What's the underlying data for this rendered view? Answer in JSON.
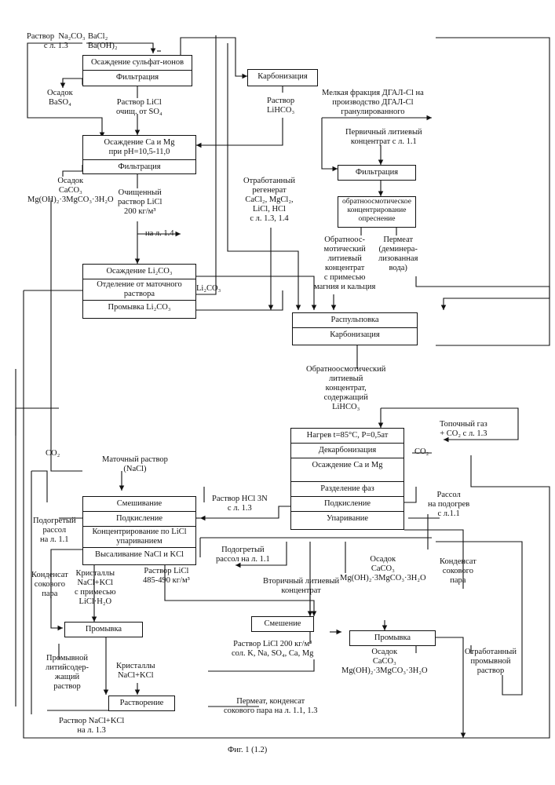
{
  "blocks": {
    "sulfate": [
      "Осаждение сульфат-ионов",
      "Фильтрация"
    ],
    "carb1": [
      "Карбонизация"
    ],
    "camg": [
      "Осаждение Ca и Mg\nпри pH=10,5-11,0",
      "Фильтрация"
    ],
    "filtr2": [
      "Фильтрация"
    ],
    "ro": [
      "обратноосмотическое\nконцентрирование\nопреснение"
    ],
    "li2co3": [
      "Осаждение Li₂CO₃",
      "Отделение от маточного\nраствора",
      "Промывка Li₂CO₃"
    ],
    "raspulp": [
      "Распульповка",
      "Карбонизация"
    ],
    "heat": [
      "Нагрев t=85°C, P=0,5ат",
      "Декарбонизация",
      "Осаждение Ca и Mg",
      "Разделение фаз",
      "Подкисление",
      "Упаривание"
    ],
    "mix": [
      "Смешивание",
      "Подкисление",
      "Концентрирование по LiCl\nупариванием",
      "Высаливание NaCl и KCl"
    ],
    "prom1": [
      "Промывка"
    ],
    "mix2": [
      "Смешение"
    ],
    "prom2": [
      "Промывка"
    ],
    "dissolve": [
      "Растворение"
    ]
  },
  "labels": {
    "na2co3": "Раствор  Na₂CO₃\nс л. 1.3",
    "bacl": "BaCl₂\nBa(OH)₂",
    "baso4": "Осадок\nBaSO₄",
    "licl_so4": "Раствор LiCl\nочищ. от SO₄",
    "lihco3": "Раствор\nLiHCO₃",
    "dgal": "Мелкая фракция ДГАЛ-Cl на\nпроизводство ДГАЛ-Cl\nгранулированного",
    "primary": "Первичный литиевый\nконцентрат с л. 1.1",
    "caco3_1": "Осадок\nCaCO₃\nMg(OH)₂·3MgCO₃·3H₂O",
    "purified": "Очищенный\nраствор LiCl\n200 кг/м³",
    "l14": "на л. 1.4",
    "regen": "Отработанный\nрегенерат\nCaCl₂, MgCl₂,\nLiCl, HCl\nс л. 1.3, 1.4",
    "ro_conc": "Обратноос-\nмотический\nлитиевый\nконцентрат\nс примесью\nмагния и кальция",
    "permeate": "Пермеат\n(деминера-\nлизованная\nвода)",
    "li2co3": "Li₂CO₃",
    "ro_conc2": "Обратноосмотический\nлитиевый\nконцентрат,\nсодержащий\nLiHCO₃",
    "flue": "Топочный газ\n+ CO₂ с л. 1.3",
    "co2a": "CO₂",
    "co2b": "CO₂",
    "mother": "Маточный раствор\n(NaCl)",
    "hcl": "Раствор HCl 3N\nс л. 1.3",
    "brine_heat": "Рассол\nна подогрев\nс л.1.1",
    "heated_brine": "Подогретый\nрассол\nна л. 1.1",
    "heated_brine2": "Подогретый\nрассол на л. 1.1",
    "condensate1": "Конденсат\nсокового\nпара",
    "crystals": "Кристаллы\nNaCl+KCl\nс примесью\nLiCl·H₂O",
    "licl485": "Раствор LiCl\n485-490 кг/м³",
    "secondary": "Вторичный литиевый\nконцентрат",
    "caco3_2": "Осадок\nCaCO₃\nMg(OH)₂·3MgCO₃·3H₂O",
    "condensate2": "Конденсат\nсокового\nпара",
    "licl200": "Раствор LiCl 200 кг/м³\nсол. K, Na, SO₄, Ca, Mg",
    "caco3_3": "Осадок\nCaCO₃\nMg(OH)₂·3MgCO₃·3H₂O",
    "spent_wash": "Отработанный\nпромывной\nраствор",
    "wash_sol": "Промывной\nлитийсодер-\nжащий\nраствор",
    "crystals2": "Кристаллы\nNaCl+KCl",
    "permeate2": "Пермеат, конденсат\nсокового пара на л. 1.1, 1.3",
    "nacl_kcl": "Раствор NaCl+KCl\nна л. 1.3",
    "caption": "Фиг. 1 (1.2)"
  }
}
